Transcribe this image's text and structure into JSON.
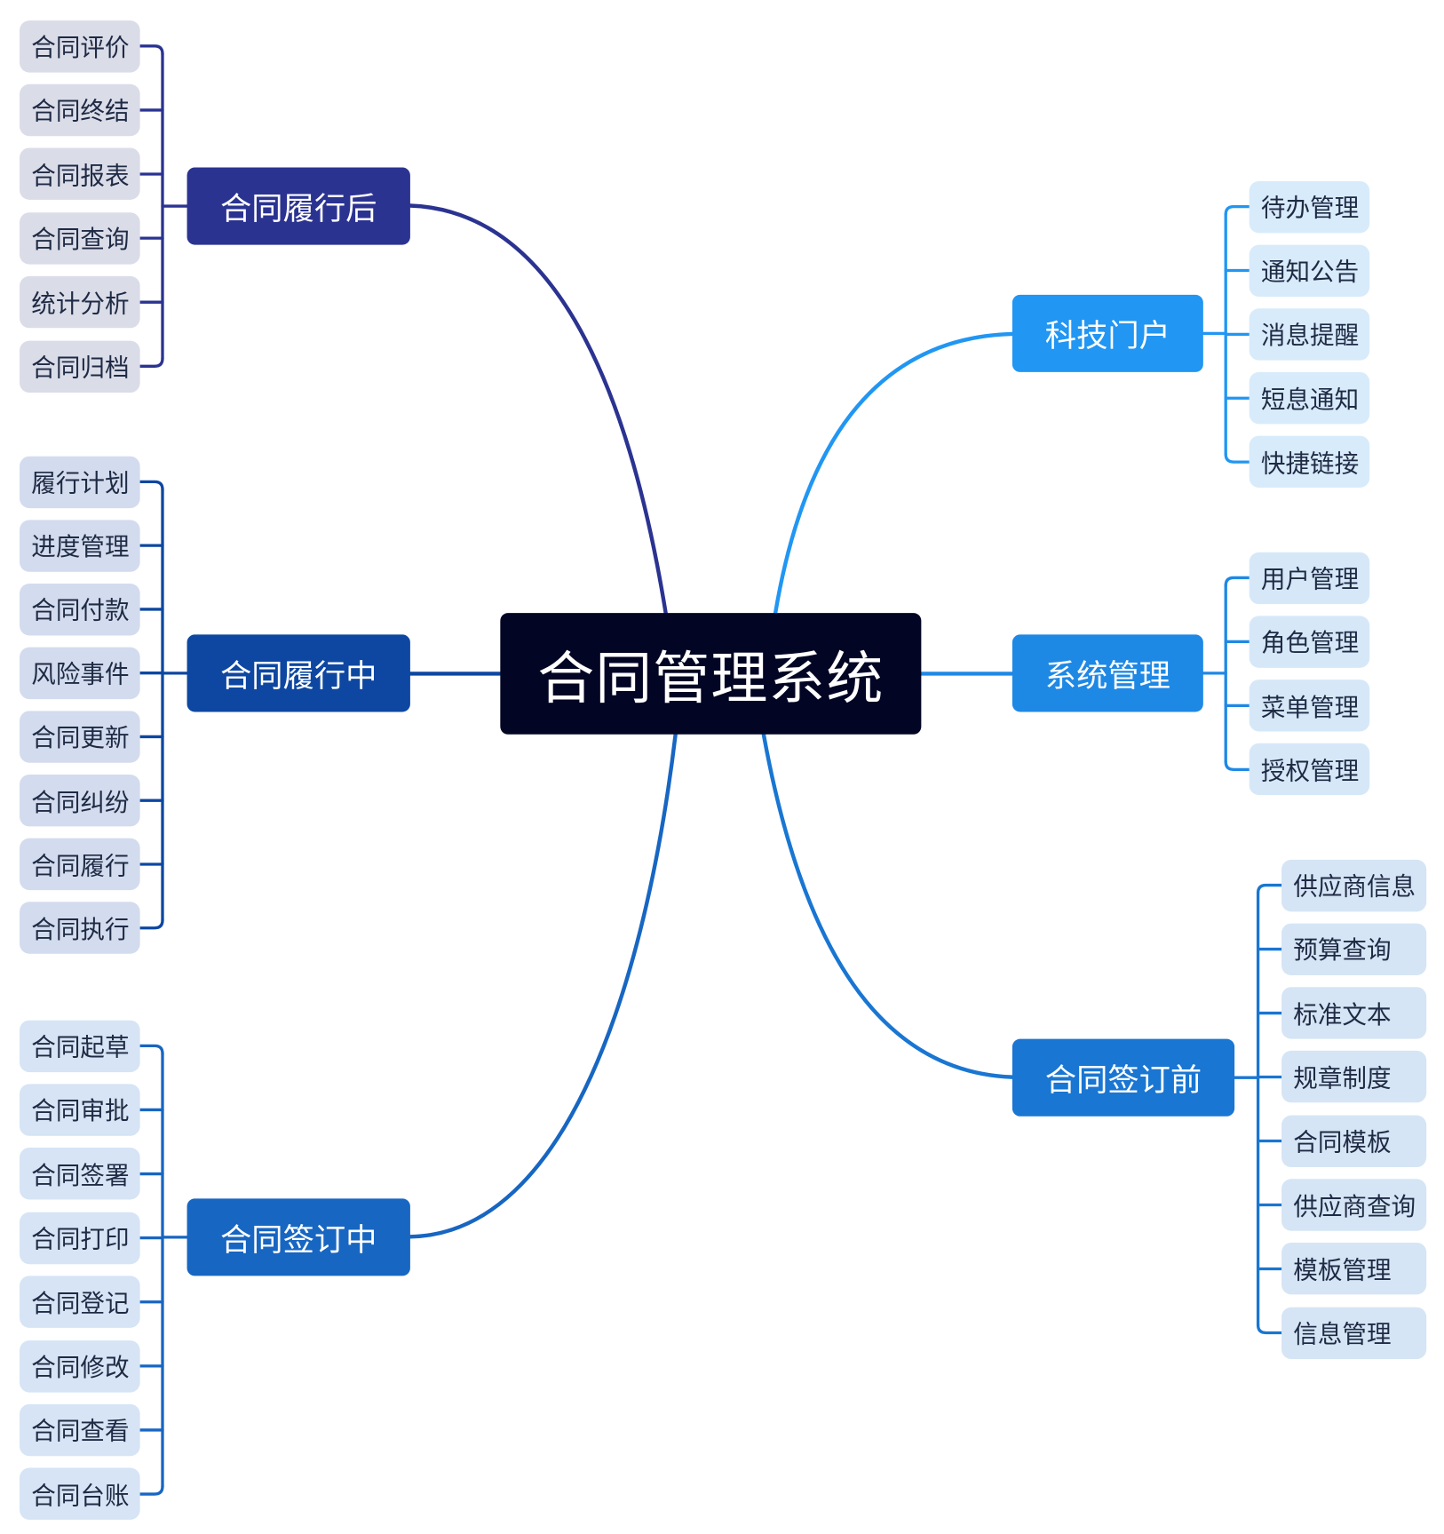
{
  "root": {
    "label": "合同管理系统",
    "color": "#020524"
  },
  "branches": [
    {
      "id": "after",
      "label": "合同履行后",
      "side": "left",
      "color": "#2b3391",
      "leafBg": "#dadce8",
      "leaves": [
        "合同评价",
        "合同终结",
        "合同报表",
        "合同查询",
        "统计分析",
        "合同归档"
      ]
    },
    {
      "id": "during",
      "label": "合同履行中",
      "side": "left",
      "color": "#0d47a1",
      "leafBg": "#d3dcee",
      "leaves": [
        "履行计划",
        "进度管理",
        "合同付款",
        "风险事件",
        "合同更新",
        "合同纠纷",
        "合同履行",
        "合同执行"
      ]
    },
    {
      "id": "signing",
      "label": "合同签订中",
      "side": "left",
      "color": "#1766c2",
      "leafBg": "#d6e4f5",
      "leaves": [
        "合同起草",
        "合同审批",
        "合同签署",
        "合同打印",
        "合同登记",
        "合同修改",
        "合同查看",
        "合同台账"
      ]
    },
    {
      "id": "portal",
      "label": "科技门户",
      "side": "right",
      "color": "#2196f3",
      "leafBg": "#d8ebfb",
      "leaves": [
        "待办管理",
        "通知公告",
        "消息提醒",
        "短息通知",
        "快捷链接"
      ]
    },
    {
      "id": "system",
      "label": "系统管理",
      "side": "right",
      "color": "#1e88e5",
      "leafBg": "#d6e8f8",
      "leaves": [
        "用户管理",
        "角色管理",
        "菜单管理",
        "授权管理"
      ]
    },
    {
      "id": "before",
      "label": "合同签订前",
      "side": "right",
      "color": "#1976d2",
      "leafBg": "#d5e5f5",
      "leaves": [
        "供应商信息",
        "预算查询",
        "标准文本",
        "规章制度",
        "合同模板",
        "供应商查询",
        "模板管理",
        "信息管理"
      ]
    }
  ]
}
